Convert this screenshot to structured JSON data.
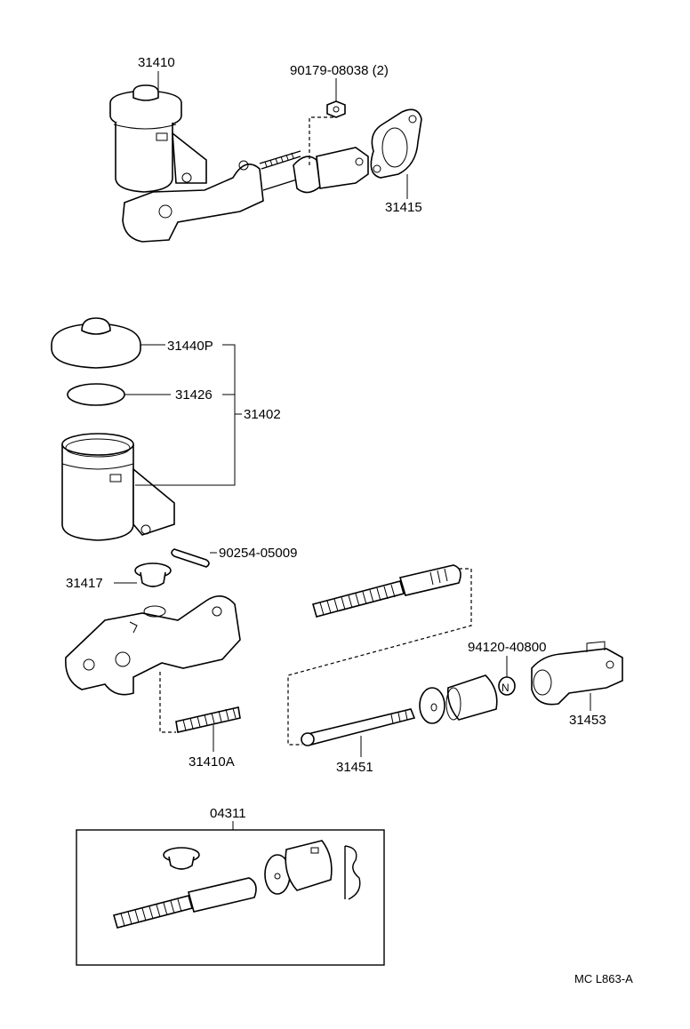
{
  "labels": {
    "p31410": "31410",
    "p90179": "90179-08038 (2)",
    "p31415": "31415",
    "p31440p": "31440P",
    "p31426": "31426",
    "p31402": "31402",
    "p90254": "90254-05009",
    "p31417": "31417",
    "p94120": "94120-40800",
    "p31453": "31453",
    "p31410a": "31410A",
    "p31451": "31451",
    "p04311": "04311",
    "ref": "MC L863-A"
  },
  "glyphs": {
    "n_marker": "N"
  }
}
